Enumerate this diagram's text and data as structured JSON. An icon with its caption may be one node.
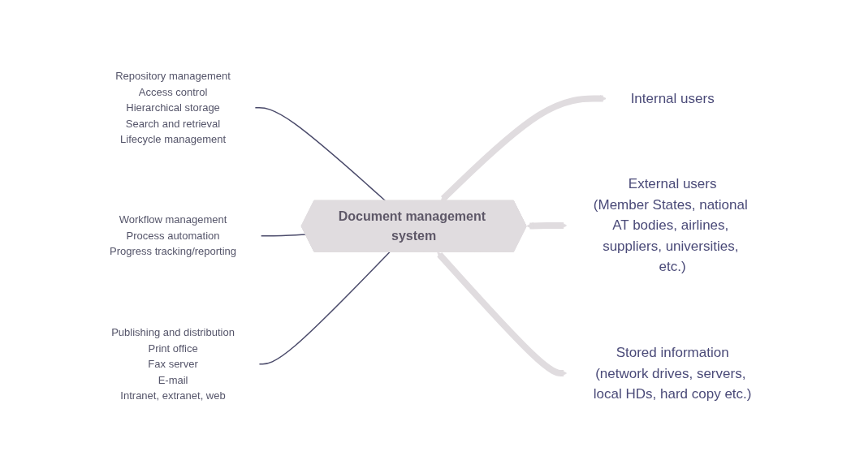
{
  "diagram": {
    "nodes": [
      {
        "text": [
          "Internal users"
        ]
      },
      {
        "text": [
          "Repository management",
          "Access control",
          "Hierarchical storage",
          "Search and retrieval",
          "Lifecycle management"
        ]
      },
      {
        "text": [
          "Workflow management",
          "Process automation",
          "Progress tracking/reporting"
        ]
      },
      {
        "text": [
          "Publishing and distribution",
          "Print office",
          "Fax server",
          "E-mail",
          "Intranet, extranet, web"
        ]
      },
      {
        "text": [
          "Document management system"
        ]
      },
      {
        "text": [
          "External users",
          "(Member States, national AT bodies, airlines, suppliers, universities, etc.)"
        ]
      },
      {
        "text": [
          "Stored information",
          "(network drives, servers, local HDs, hard copy etc.)"
        ]
      }
    ],
    "edges": [
      {
        "from": 4,
        "to": 0,
        "arrow": "both",
        "style": "thick",
        "color": "#e0dcdf"
      },
      {
        "from": 1,
        "to": 4,
        "arrow": "none",
        "color": "#4a4a6a"
      },
      {
        "from": 2,
        "to": 4,
        "arrow": "none",
        "color": "#4a4a6a"
      },
      {
        "from": 3,
        "to": 4,
        "arrow": "none",
        "color": "#4a4a6a"
      },
      {
        "from": 4,
        "to": 5,
        "arrow": "both",
        "style": "thick",
        "color": "#e0dcdf"
      },
      {
        "from": 4,
        "to": 6,
        "arrow": "both",
        "style": "thick",
        "color": "#e0dcdf"
      }
    ]
  }
}
